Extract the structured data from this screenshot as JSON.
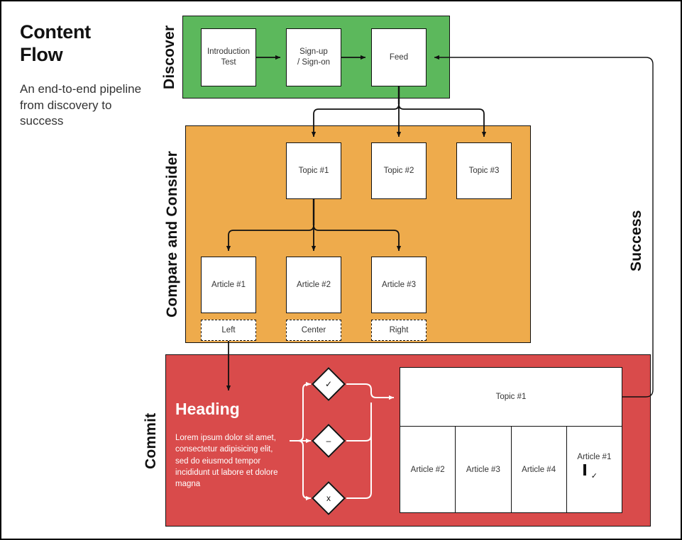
{
  "intro": {
    "title": "Content\nFlow",
    "subtitle": "An end-to-end pipeline from discovery to success"
  },
  "lanes": {
    "discover": {
      "label": "Discover",
      "color": "#5cb85c"
    },
    "compare": {
      "label": "Compare and Consider",
      "color": "#eeab4c"
    },
    "commit": {
      "label": "Commit",
      "color": "#d94b4b"
    },
    "success": {
      "label": "Success"
    }
  },
  "discover_nodes": [
    {
      "label": "Introduction\nTest"
    },
    {
      "label": "Sign-up\n/ Sign-on"
    },
    {
      "label": "Feed"
    }
  ],
  "topic_nodes": [
    {
      "label": "Topic #1"
    },
    {
      "label": "Topic #2"
    },
    {
      "label": "Topic #3"
    }
  ],
  "article_nodes": [
    {
      "label": "Article #1"
    },
    {
      "label": "Article #2"
    },
    {
      "label": "Article #3"
    }
  ],
  "alignment_nodes": [
    {
      "label": "Left"
    },
    {
      "label": "Center"
    },
    {
      "label": "Right"
    }
  ],
  "commit": {
    "heading": "Heading",
    "body": "Lorem ipsum dolor sit amet, consectetur adipisicing elit, sed do eiusmod tempor incididunt ut labore et dolore magna",
    "decisions": [
      {
        "name": "approve",
        "glyph": "✓"
      },
      {
        "name": "neutral",
        "glyph": "–"
      },
      {
        "name": "reject",
        "glyph": "x"
      }
    ],
    "result_table": {
      "header": "Topic #1",
      "cells": [
        {
          "label": "Article #2",
          "glyph": ""
        },
        {
          "label": "Article #3",
          "glyph": ""
        },
        {
          "label": "Article #4",
          "glyph": ""
        },
        {
          "label": "Article #1",
          "glyph": "✓"
        }
      ]
    }
  },
  "colors": {
    "discover": "#5cb85c",
    "compare": "#eeab4c",
    "commit": "#d94b4b",
    "stroke": "#111111",
    "node_fill": "#ffffff"
  }
}
